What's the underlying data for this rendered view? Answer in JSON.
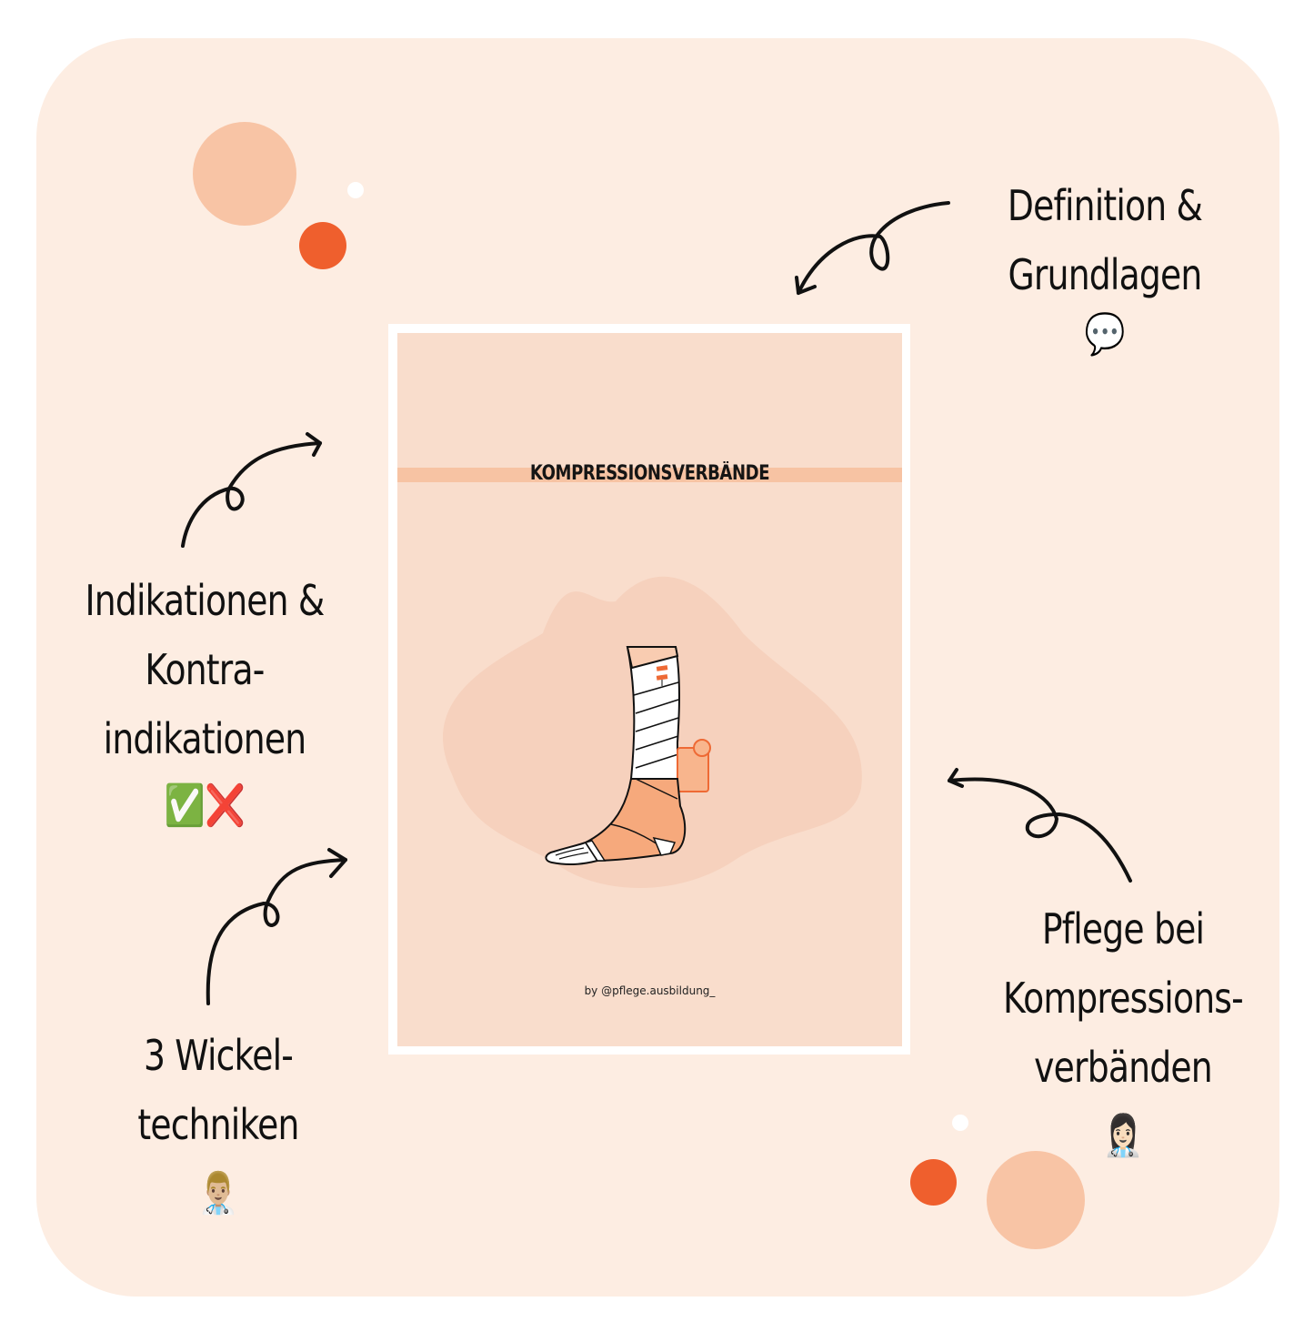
{
  "colors": {
    "card_bg": "#fdede2",
    "peach_circle": "#f8c4a5",
    "orange_circle": "#ef5f2d",
    "white_dot": "#ffffff",
    "document_bg": "#f9ddcc",
    "title_band": "#f7c3a3",
    "blob": "#f6d1bd",
    "bandage_orange": "#f6a97c",
    "clip_orange": "#ee6a35",
    "text": "#111111"
  },
  "document": {
    "title": "KOMPRESSIONSVERBÄNDE",
    "byline": "by @pflege.ausbildung_",
    "illustration": "bandaged-leg-with-compression-wrap"
  },
  "labels": {
    "top_right": {
      "lines": [
        "Definition &",
        "Grundlagen"
      ],
      "emoji": "💬",
      "emoji_name": "speech-bubble-icon"
    },
    "middle_left": {
      "lines": [
        "Indikationen &",
        "Kontra-",
        "indikationen"
      ],
      "emoji": "✅❌",
      "emoji_name": "check-cross-icon"
    },
    "bottom_left": {
      "lines": [
        "3 Wickel-",
        "techniken"
      ],
      "emoji": "👨🏼‍⚕️",
      "emoji_name": "male-health-worker-icon"
    },
    "bottom_right": {
      "lines": [
        "Pflege bei",
        "Kompressions-",
        "verbänden"
      ],
      "emoji": "👩🏻‍⚕️",
      "emoji_name": "female-health-worker-icon"
    }
  }
}
